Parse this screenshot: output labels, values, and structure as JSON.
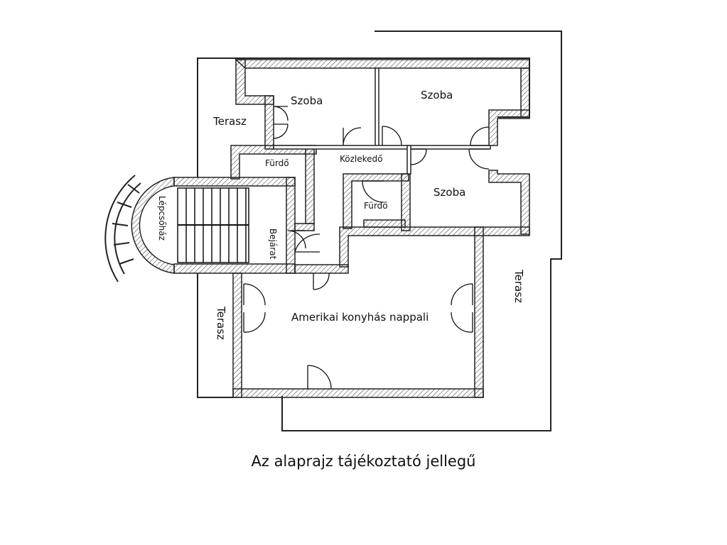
{
  "rooms": {
    "szoba_1": "Szoba",
    "szoba_2": "Szoba",
    "szoba_3": "Szoba",
    "terasz_top": "Terasz",
    "terasz_left": "Terasz",
    "terasz_right": "Terasz",
    "furdo_1": "Fürdő",
    "furdo_2": "Fürdő",
    "kozlekedo": "Közlekedő",
    "lepcsohaz": "Lépcsőház",
    "bejarat": "Bejárat",
    "nappali": "Amerikai konyhás nappali"
  },
  "caption": "Az alaprajz tájékoztató jellegű",
  "colors": {
    "wall": "#222222",
    "hatch": "#333333",
    "background": "#ffffff"
  }
}
